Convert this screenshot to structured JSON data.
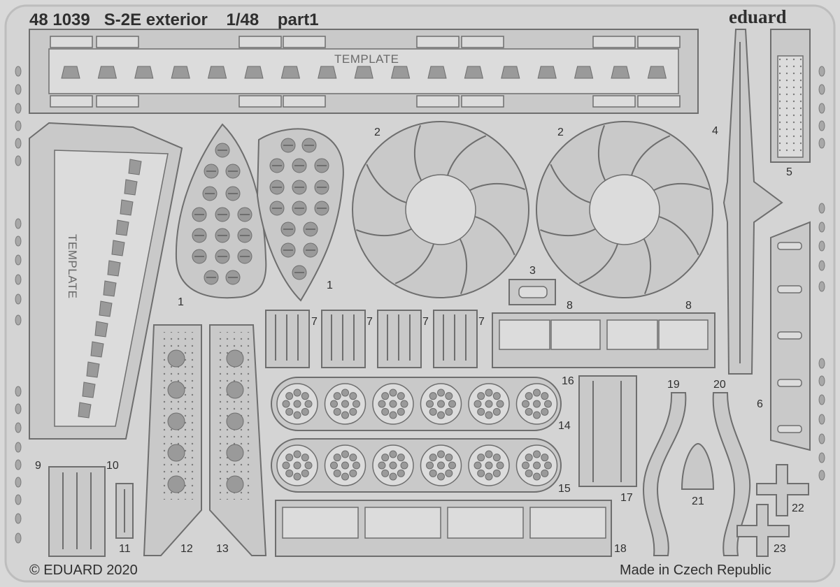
{
  "sheet": {
    "title": "48 1039   S-2E exterior    1/48    part1",
    "brand": "eduard",
    "copyright": "© EDUARD 2020",
    "origin": "Made in Czech Republic",
    "template_label": "TEMPLATE"
  },
  "part_labels": [
    "1",
    "1",
    "2",
    "2",
    "3",
    "4",
    "5",
    "6",
    "7",
    "7",
    "7",
    "7",
    "8",
    "8",
    "9",
    "10",
    "11",
    "12",
    "13",
    "14",
    "15",
    "16",
    "17",
    "18",
    "19",
    "20",
    "21",
    "22",
    "23"
  ],
  "colors": {
    "background": "#d9d9d9",
    "part": "#c9c9c9",
    "outline": "#6e6e6e",
    "text": "#2f2f2f"
  }
}
